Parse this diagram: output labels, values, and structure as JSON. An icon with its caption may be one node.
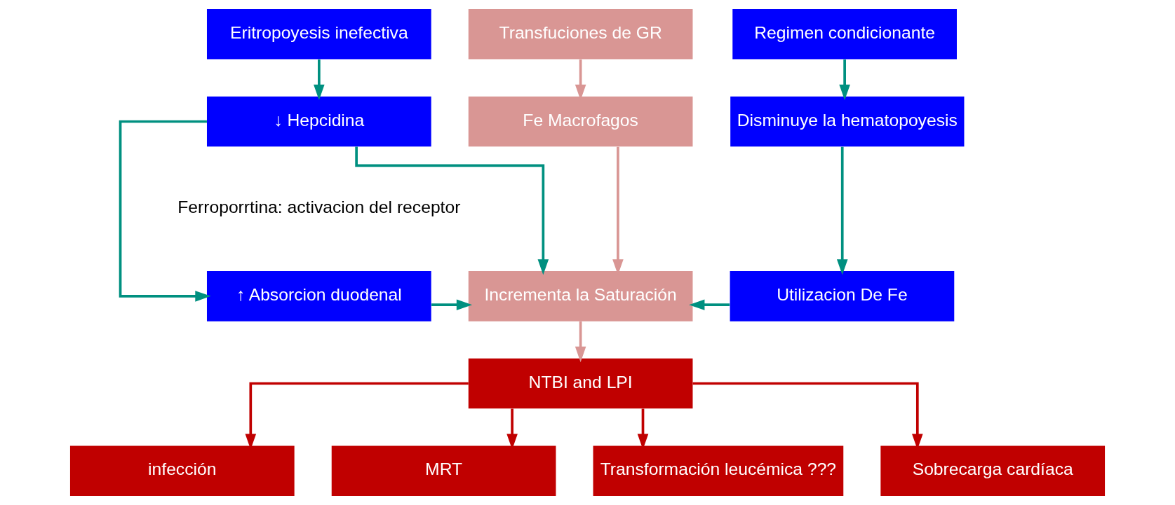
{
  "diagram": {
    "nodes": [
      {
        "text": [
          "Eritropoyesis inefectiva"
        ]
      },
      {
        "text": [
          "↓ Hepcidina"
        ]
      },
      {
        "text": [
          "↑ Absorcion duodenal"
        ]
      },
      {
        "text": [
          "Transfuciones de GR"
        ]
      },
      {
        "text": [
          "Fe Macrofagos"
        ]
      },
      {
        "text": [
          "Incrementa la Saturación"
        ]
      },
      {
        "text": [
          "Regimen condicionante"
        ]
      },
      {
        "text": [
          "Disminuye la hematopoyesis"
        ]
      },
      {
        "text": [
          "Utilizacion De Fe"
        ]
      },
      {
        "text": [
          "NTBI and LPI"
        ]
      },
      {
        "text": [
          "infección"
        ]
      },
      {
        "text": [
          "MRT"
        ]
      },
      {
        "text": [
          "Transformación leucémica ???"
        ]
      },
      {
        "text": [
          "Sobrecarga cardíaca"
        ]
      }
    ],
    "edges": [
      {
        "from": 0,
        "to": 1,
        "arrow": "to"
      },
      {
        "from": 1,
        "to": 2,
        "arrow": "to"
      },
      {
        "from": 1,
        "to": 5,
        "arrow": "to"
      },
      {
        "from": 3,
        "to": 4,
        "arrow": "to",
        "color": "#d99694"
      },
      {
        "from": 4,
        "to": 5,
        "arrow": "to",
        "color": "#d99694"
      },
      {
        "from": 2,
        "to": 5,
        "arrow": "to"
      },
      {
        "from": 6,
        "to": 7,
        "arrow": "to"
      },
      {
        "from": 7,
        "to": 8,
        "arrow": "to"
      },
      {
        "from": 8,
        "to": 5,
        "arrow": "to"
      },
      {
        "from": 5,
        "to": 9,
        "arrow": "to",
        "color": "#d99694"
      },
      {
        "from": 9,
        "to": 10,
        "arrow": "to",
        "color": "#c00000"
      },
      {
        "from": 9,
        "to": 11,
        "arrow": "to",
        "color": "#c00000"
      },
      {
        "from": 9,
        "to": 12,
        "arrow": "to",
        "color": "#c00000"
      },
      {
        "from": 9,
        "to": 13,
        "arrow": "to",
        "color": "#c00000"
      }
    ],
    "labels": [
      "Ferroporrtina: activacion del receptor"
    ]
  }
}
